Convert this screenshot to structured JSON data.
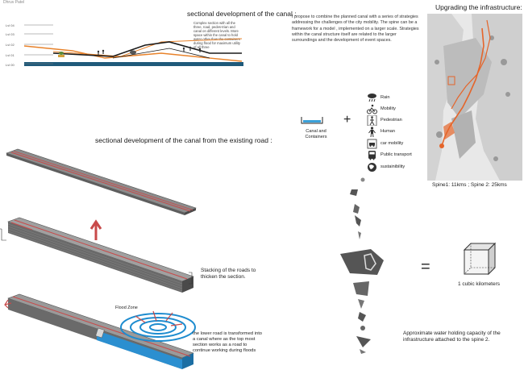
{
  "header": {
    "author": "Dhruv Patel",
    "title_section": "sectional development of the canal :",
    "title_upgrade": "Upgrading the infrastructure:",
    "title_road": "sectional development of the canal from the existing road :"
  },
  "section_note": "Complex section with all the three, road, pedes-trian and canal on different levels. More space within the canal to hold water other than the containers during flood for maximum utility of all three",
  "levels": [
    "Lvl 04",
    "Lvl 03",
    "Lvl 02",
    "Lvl 01",
    "Lvl 00"
  ],
  "intro_paragraph": "I propose to combine the planned canal with a series of strategies addressing the challenges of the city mobility. The spine can be a framework for a model , implemented on a larger scale. Strategies within the canal structure itself are related to the larger surroundings and the development of event spaces.",
  "canal": {
    "label": "Canal and Containers",
    "plus": "+"
  },
  "legend": [
    {
      "icon": "rain-icon",
      "label": "Rain"
    },
    {
      "icon": "cyclist-icon",
      "label": "Mobility"
    },
    {
      "icon": "pedestrian-icon",
      "label": "Pedestrian"
    },
    {
      "icon": "human-icon",
      "label": "Human"
    },
    {
      "icon": "car-icon",
      "label": "car mobility"
    },
    {
      "icon": "bus-icon",
      "label": "Public transport"
    },
    {
      "icon": "globe-icon",
      "label": "sustainibility"
    }
  ],
  "map_caption": "Spine1: 11kms ; Spine 2: 25kms",
  "stacking_caption": "Stacking of the roads to thicken the section.",
  "flood_zone_label": "Flood Zone",
  "lower_road_caption": "the lower road is transformed into a canal where as the top most section works as a road to continue working during floods",
  "equals": "=",
  "cube_label": "1 cubic kilometers",
  "capacity_caption": "Approximate water holding capacity of the infrastructure attached to the spine 2.",
  "colors": {
    "road_red": "#c84a4a",
    "water_blue": "#1e8ccf",
    "canal_orange": "#e8822a",
    "map_route": "#e5652a"
  }
}
